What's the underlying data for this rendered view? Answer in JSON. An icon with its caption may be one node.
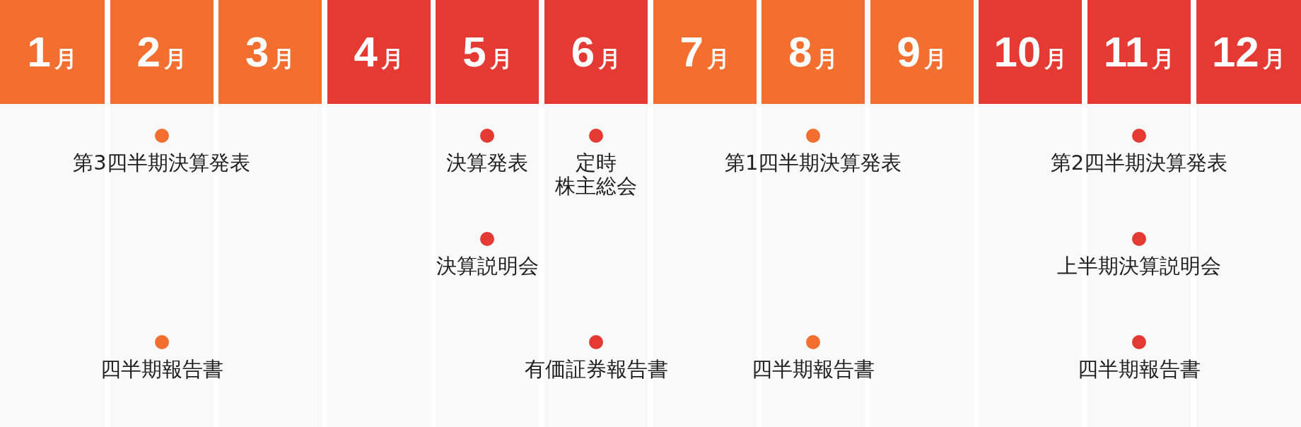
{
  "diagram": {
    "nodes": [
      {
        "text": [
          "1月"
        ]
      },
      {
        "text": [
          "2月"
        ]
      },
      {
        "text": [
          "3月"
        ]
      },
      {
        "text": [
          "4月"
        ]
      },
      {
        "text": [
          "5月"
        ]
      },
      {
        "text": [
          "6月"
        ]
      },
      {
        "text": [
          "7月"
        ]
      },
      {
        "text": [
          "8月"
        ]
      },
      {
        "text": [
          "9月"
        ]
      },
      {
        "text": [
          "10月"
        ]
      },
      {
        "text": [
          "11月"
        ]
      },
      {
        "text": [
          "12月"
        ]
      }
    ],
    "labels": [
      "第3四半期決算発表",
      "決算発表",
      "定時株主総会",
      "第1四半期決算発表",
      "第2四半期決算発表",
      "決算説明会",
      "上半期決算説明会",
      "四半期報告書",
      "有価証券報告書",
      "四半期報告書",
      "四半期報告書"
    ]
  }
}
